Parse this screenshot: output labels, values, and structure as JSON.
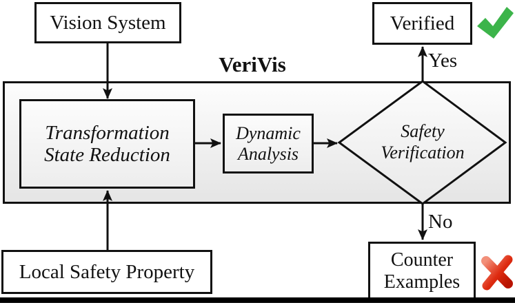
{
  "diagram": {
    "title": "VeriVis",
    "nodes": {
      "vision_system": {
        "label": "Vision System"
      },
      "verified": {
        "label": "Verified"
      },
      "transformation": {
        "line1": "Transformation",
        "line2": "State Reduction"
      },
      "dynamic_analysis": {
        "line1": "Dynamic",
        "line2": "Analysis"
      },
      "safety_verification": {
        "line1": "Safety",
        "line2": "Verification"
      },
      "counter_examples": {
        "line1": "Counter",
        "line2": "Examples"
      },
      "local_safety_property": {
        "label": "Local Safety Property"
      }
    },
    "edges": {
      "yes_label": "Yes",
      "no_label": "No"
    },
    "icons": {
      "check": "checkmark-green",
      "cross": "cross-red"
    },
    "colors": {
      "check_green": "#3CB44A",
      "cross_red_light": "#F2907A",
      "cross_red": "#DE2B10",
      "cross_red_dark": "#B81300",
      "line_black": "#111111"
    }
  }
}
